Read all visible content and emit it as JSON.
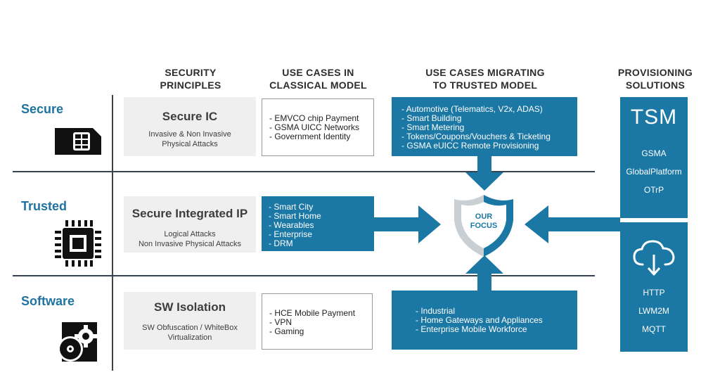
{
  "headers": {
    "principles": [
      "SECURITY",
      "PRINCIPLES"
    ],
    "classical": [
      "USE CASES IN",
      "CLASSICAL MODEL"
    ],
    "migrating": [
      "USE CASES MIGRATING",
      "TO TRUSTED MODEL"
    ],
    "provisioning": [
      "PROVISIONING",
      "SOLUTIONS"
    ]
  },
  "rows": {
    "secure": {
      "label": "Secure",
      "icon": "sim-card-icon",
      "principle_title": "Secure IC",
      "principle_sub": [
        "Invasive & Non Invasive",
        "Physical Attacks"
      ],
      "classical": [
        "- EMVCO chip Payment",
        "- GSMA UICC Networks",
        "- Government Identity"
      ],
      "migrating": [
        "- Automotive (Telematics, V2x, ADAS)",
        "- Smart Building",
        "- Smart Metering",
        "- Tokens/Coupons/Vouchers & Ticketing",
        "- GSMA eUICC Remote Provisioning"
      ]
    },
    "trusted": {
      "label": "Trusted",
      "icon": "chip-icon",
      "principle_title": "Secure Integrated IP",
      "principle_sub": [
        "Logical Attacks",
        "Non Invasive Physical Attacks"
      ],
      "classical": [
        "- Smart City",
        "- Smart Home",
        "- Wearables",
        "- Enterprise",
        "- DRM"
      ]
    },
    "software": {
      "label": "Software",
      "icon": "software-gear-disc-icon",
      "principle_title": "SW Isolation",
      "principle_sub": [
        "SW Obfuscation / WhiteBox",
        "Virtualization"
      ],
      "classical": [
        "- HCE Mobile Payment",
        "- VPN",
        "- Gaming"
      ],
      "migrating": [
        "- Industrial",
        "- Home Gateways and Appliances",
        "- Enterprise Mobile Workforce"
      ]
    }
  },
  "focus": [
    "OUR",
    "FOCUS"
  ],
  "provisioning": {
    "tsm": {
      "title": "TSM",
      "items": [
        "GSMA",
        "GlobalPlatform",
        "OTrP"
      ]
    },
    "cloud": {
      "icon": "cloud-download-icon",
      "items": [
        "HTTP",
        "LWM2M",
        "MQTT"
      ]
    }
  },
  "colors": {
    "blue": "#1b77a3",
    "dark_line": "#37434f",
    "grey_box": "#efefef"
  }
}
